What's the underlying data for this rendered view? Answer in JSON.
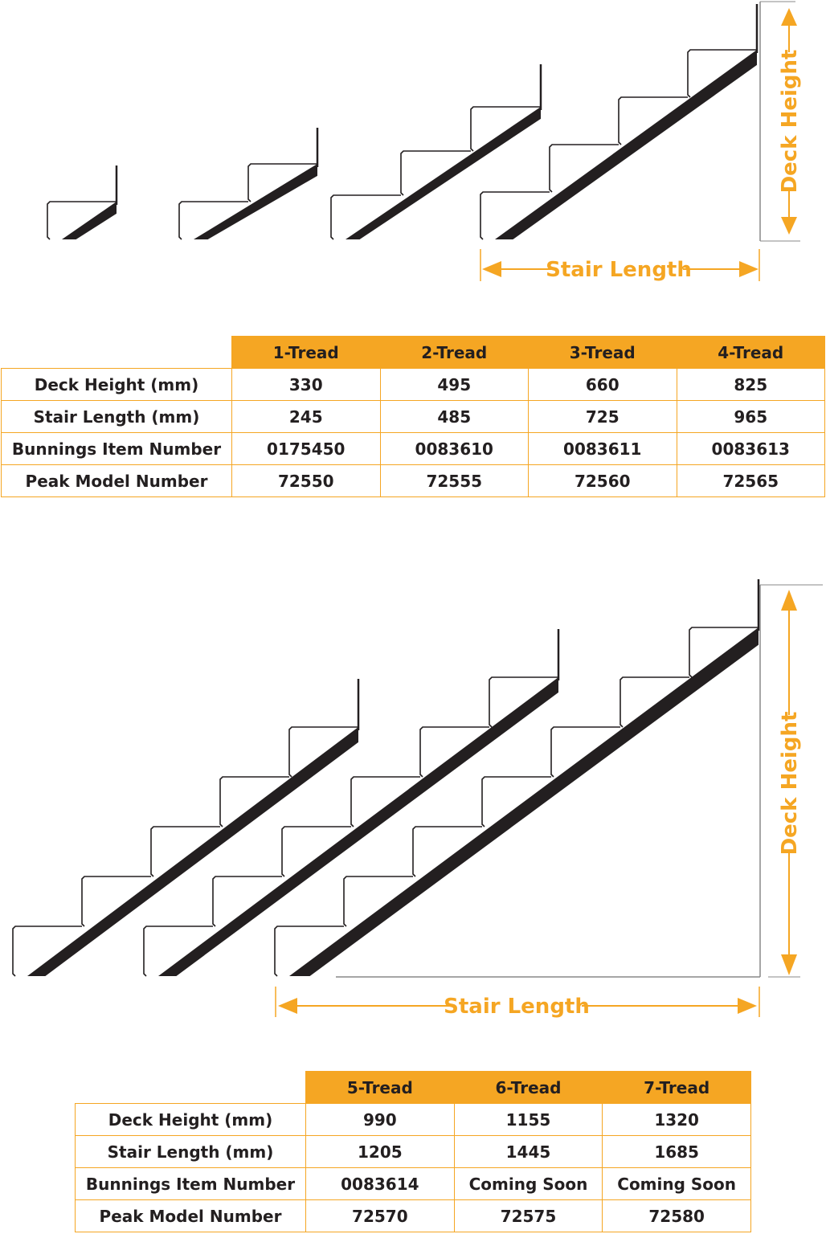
{
  "colors": {
    "accent": "#f5a623",
    "stringer": "#231f20",
    "outline": "#231f20",
    "guide": "#888888"
  },
  "diagram_top": {
    "stairs": [
      1,
      2,
      3,
      4
    ],
    "vertical_label": "Deck Height",
    "horizontal_label": "Stair Length"
  },
  "table_top": {
    "headers": [
      "1-Tread",
      "2-Tread",
      "3-Tread",
      "4-Tread"
    ],
    "rows": [
      {
        "label": "Deck Height (mm)",
        "values": [
          "330",
          "495",
          "660",
          "825"
        ]
      },
      {
        "label": "Stair Length (mm)",
        "values": [
          "245",
          "485",
          "725",
          "965"
        ]
      },
      {
        "label": "Bunnings Item Number",
        "values": [
          "0175450",
          "0083610",
          "0083611",
          "0083613"
        ]
      },
      {
        "label": "Peak Model Number",
        "values": [
          "72550",
          "72555",
          "72560",
          "72565"
        ]
      }
    ]
  },
  "diagram_bottom": {
    "stairs": [
      5,
      6,
      7
    ],
    "vertical_label": "Deck Height",
    "horizontal_label": "Stair Length"
  },
  "table_bottom": {
    "headers": [
      "5-Tread",
      "6-Tread",
      "7-Tread"
    ],
    "rows": [
      {
        "label": "Deck Height (mm)",
        "values": [
          "990",
          "1155",
          "1320"
        ]
      },
      {
        "label": "Stair Length (mm)",
        "values": [
          "1205",
          "1445",
          "1685"
        ]
      },
      {
        "label": "Bunnings Item Number",
        "values": [
          "0083614",
          "Coming Soon",
          "Coming Soon"
        ]
      },
      {
        "label": "Peak Model Number",
        "values": [
          "72570",
          "72575",
          "72580"
        ]
      }
    ]
  }
}
